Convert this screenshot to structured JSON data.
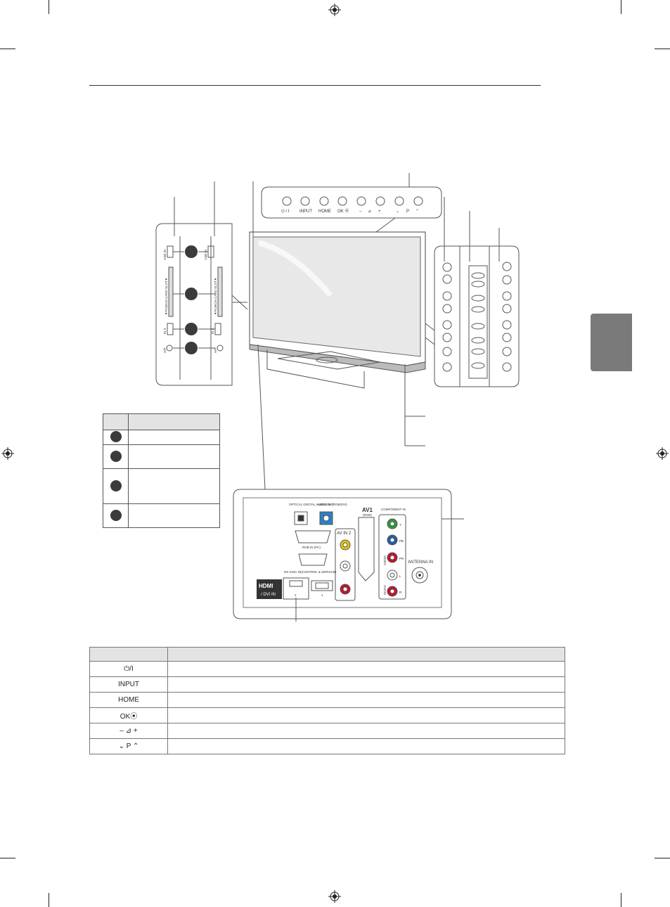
{
  "panel_buttons": {
    "power": "⏻ / I",
    "input": "INPUT",
    "home": "HOME",
    "ok": "OK ⦿",
    "vol_minus": "–",
    "vol_icon": "⊿",
    "vol_plus": "+",
    "ch_down": "⌄",
    "ch_p": "P",
    "ch_up": "⌃"
  },
  "side_panel": {
    "usb_in": "USB IN",
    "pcmcia": "▼PCMCIA CARD SLOT▼",
    "hdmi_in_3": "IN 3",
    "hdmi_in_2": "IN 2",
    "hp": "H/P"
  },
  "rear_panel": {
    "optical": "OPTICAL DIGITAL AUDIO OUT",
    "audio_in": "AUDIO IN (RGB/DVI)",
    "rgb_in": "RGB IN (PC)",
    "rs232c": "RS-232C IN(CONTROL & SERVICE)",
    "hdmi_logo": "HDMI",
    "dvi_in": "/ DVI IN",
    "hdmi_port_2": "2",
    "hdmi_port_1": "1",
    "av_in_2": "AV IN 2",
    "av1": "AV1",
    "av1_sub": "(RGB)",
    "component": "COMPONENT IN",
    "component_video": "VIDEO",
    "component_audio": "AUDIO",
    "y": "Y",
    "pb": "PB",
    "pr": "PR",
    "l": "L",
    "r": "R",
    "antenna": "ANTENNA IN"
  },
  "legend_table": {
    "rows": [
      {
        "height": 20
      },
      {
        "height": 34
      },
      {
        "height": 50
      },
      {
        "height": 34
      }
    ]
  },
  "button_table": {
    "rows": [
      {
        "symbol": "⏻/I"
      },
      {
        "symbol": "INPUT"
      },
      {
        "symbol": "HOME"
      },
      {
        "symbol": "OK⦿"
      },
      {
        "symbol": "–  ⊿  +"
      },
      {
        "symbol": "⌄  P  ⌃"
      }
    ]
  }
}
